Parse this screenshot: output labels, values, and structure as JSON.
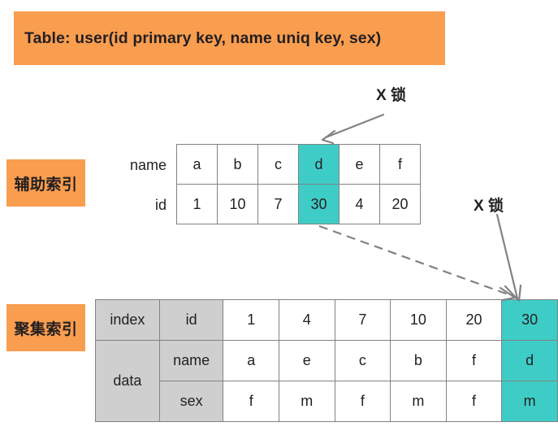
{
  "title": {
    "text": "Table: user(id primary key, name uniq key, sex)",
    "background_color": "#f99d4f"
  },
  "colors": {
    "orange": "#f99d4f",
    "teal_highlight": "#3ecdc6",
    "header_gray": "#cfcfcf",
    "border": "#808285",
    "text": "#231f20",
    "background": "#ffffff"
  },
  "secondary_index": {
    "label": "辅助索引",
    "row_captions": {
      "name": "name",
      "id": "id"
    },
    "rows": [
      {
        "key": "name",
        "cells": [
          "a",
          "b",
          "c",
          "d",
          "e",
          "f"
        ]
      },
      {
        "key": "id",
        "cells": [
          "1",
          "10",
          "7",
          "30",
          "4",
          "20"
        ]
      }
    ],
    "highlight_column_index": 3
  },
  "clustered_index": {
    "label": "聚集索引",
    "headers": {
      "index": "index",
      "data": "data",
      "id": "id",
      "name": "name",
      "sex": "sex"
    },
    "rows": [
      {
        "key": "id",
        "cells": [
          "1",
          "4",
          "7",
          "10",
          "20",
          "30"
        ]
      },
      {
        "key": "name",
        "cells": [
          "a",
          "e",
          "c",
          "b",
          "f",
          "d"
        ]
      },
      {
        "key": "sex",
        "cells": [
          "f",
          "m",
          "f",
          "m",
          "f",
          "m"
        ]
      }
    ],
    "highlight_column_index": 5
  },
  "annotations": {
    "lock_secondary": "X 锁",
    "lock_clustered": "X 锁"
  }
}
